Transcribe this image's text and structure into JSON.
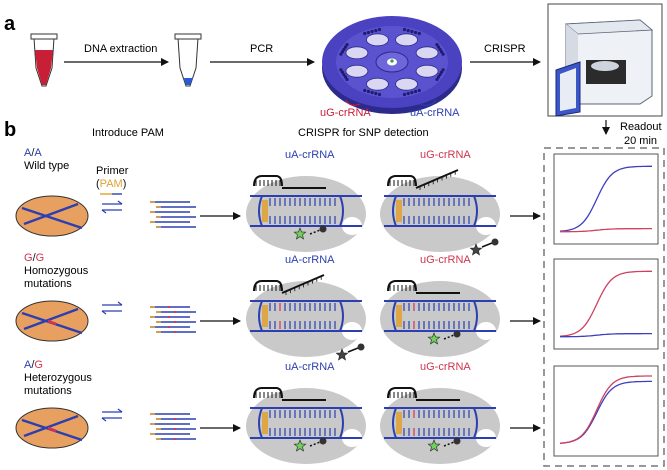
{
  "panels": {
    "a": "a",
    "b": "b"
  },
  "workflow": {
    "steps": [
      "DNA extraction",
      "PCR",
      "CRISPR"
    ],
    "disc_labels": {
      "left": "uG-crRNA",
      "right": "uA-crRNA"
    },
    "readout": "Readout",
    "time": "20 min"
  },
  "section_titles": {
    "introduce": "Introduce PAM",
    "crispr": "CRISPR for SNP detection"
  },
  "primer": {
    "label": "Primer",
    "pam": "(PAM)"
  },
  "rows": [
    {
      "genotype": "A/A",
      "desc1": "Wild type",
      "desc2": "",
      "genotype_colors": [
        "#2b3fb0",
        "#2b3fb0"
      ],
      "complex1": "uA-crRNA",
      "complex2": "uG-crRNA",
      "signal1": "on",
      "signal2": "off",
      "curves": [
        {
          "color": "#3b3fc0",
          "plateau": 0.92
        },
        {
          "color": "#d04060",
          "plateau": 0.12
        }
      ]
    },
    {
      "genotype": "G/G",
      "desc1": "Homozygous",
      "desc2": "mutations",
      "genotype_colors": [
        "#d2334f",
        "#d2334f"
      ],
      "complex1": "uA-crRNA",
      "complex2": "uG-crRNA",
      "signal1": "off",
      "signal2": "on",
      "curves": [
        {
          "color": "#d04060",
          "plateau": 0.92
        },
        {
          "color": "#3b3fc0",
          "plateau": 0.12
        }
      ]
    },
    {
      "genotype": "A/G",
      "desc1": "Heterozygous",
      "desc2": "mutations",
      "genotype_colors": [
        "#2b3fb0",
        "#d2334f"
      ],
      "complex1": "uA-crRNA",
      "complex2": "uG-crRNA",
      "signal1": "on",
      "signal2": "on",
      "curves": [
        {
          "color": "#3b3fc0",
          "plateau": 0.88
        },
        {
          "color": "#d04060",
          "plateau": 0.95
        }
      ]
    }
  ],
  "colors": {
    "blue": "#2b3fb0",
    "red": "#d2334f",
    "orange": "#e8a060",
    "pam": "#e0a030",
    "grey": "#c9c9c9",
    "disc": "#3a35a8",
    "green": "#6fd25a"
  }
}
